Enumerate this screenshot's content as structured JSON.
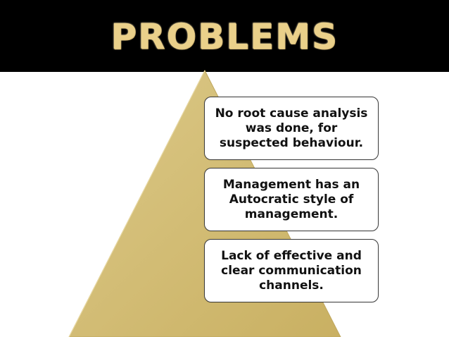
{
  "slide": {
    "title": "PROBLEMS"
  },
  "colors": {
    "header_bg": "#000000",
    "title_gold": "#ead08a",
    "triangle_fill": "#d4bf72",
    "box_border": "#3a3a3a"
  },
  "diagram": {
    "type": "pyramid",
    "items": [
      {
        "text": "No root cause analysis was done, for suspected behaviour."
      },
      {
        "text": "Management has an Autocratic style of management."
      },
      {
        "text": "Lack of effective and clear communication channels."
      }
    ]
  }
}
